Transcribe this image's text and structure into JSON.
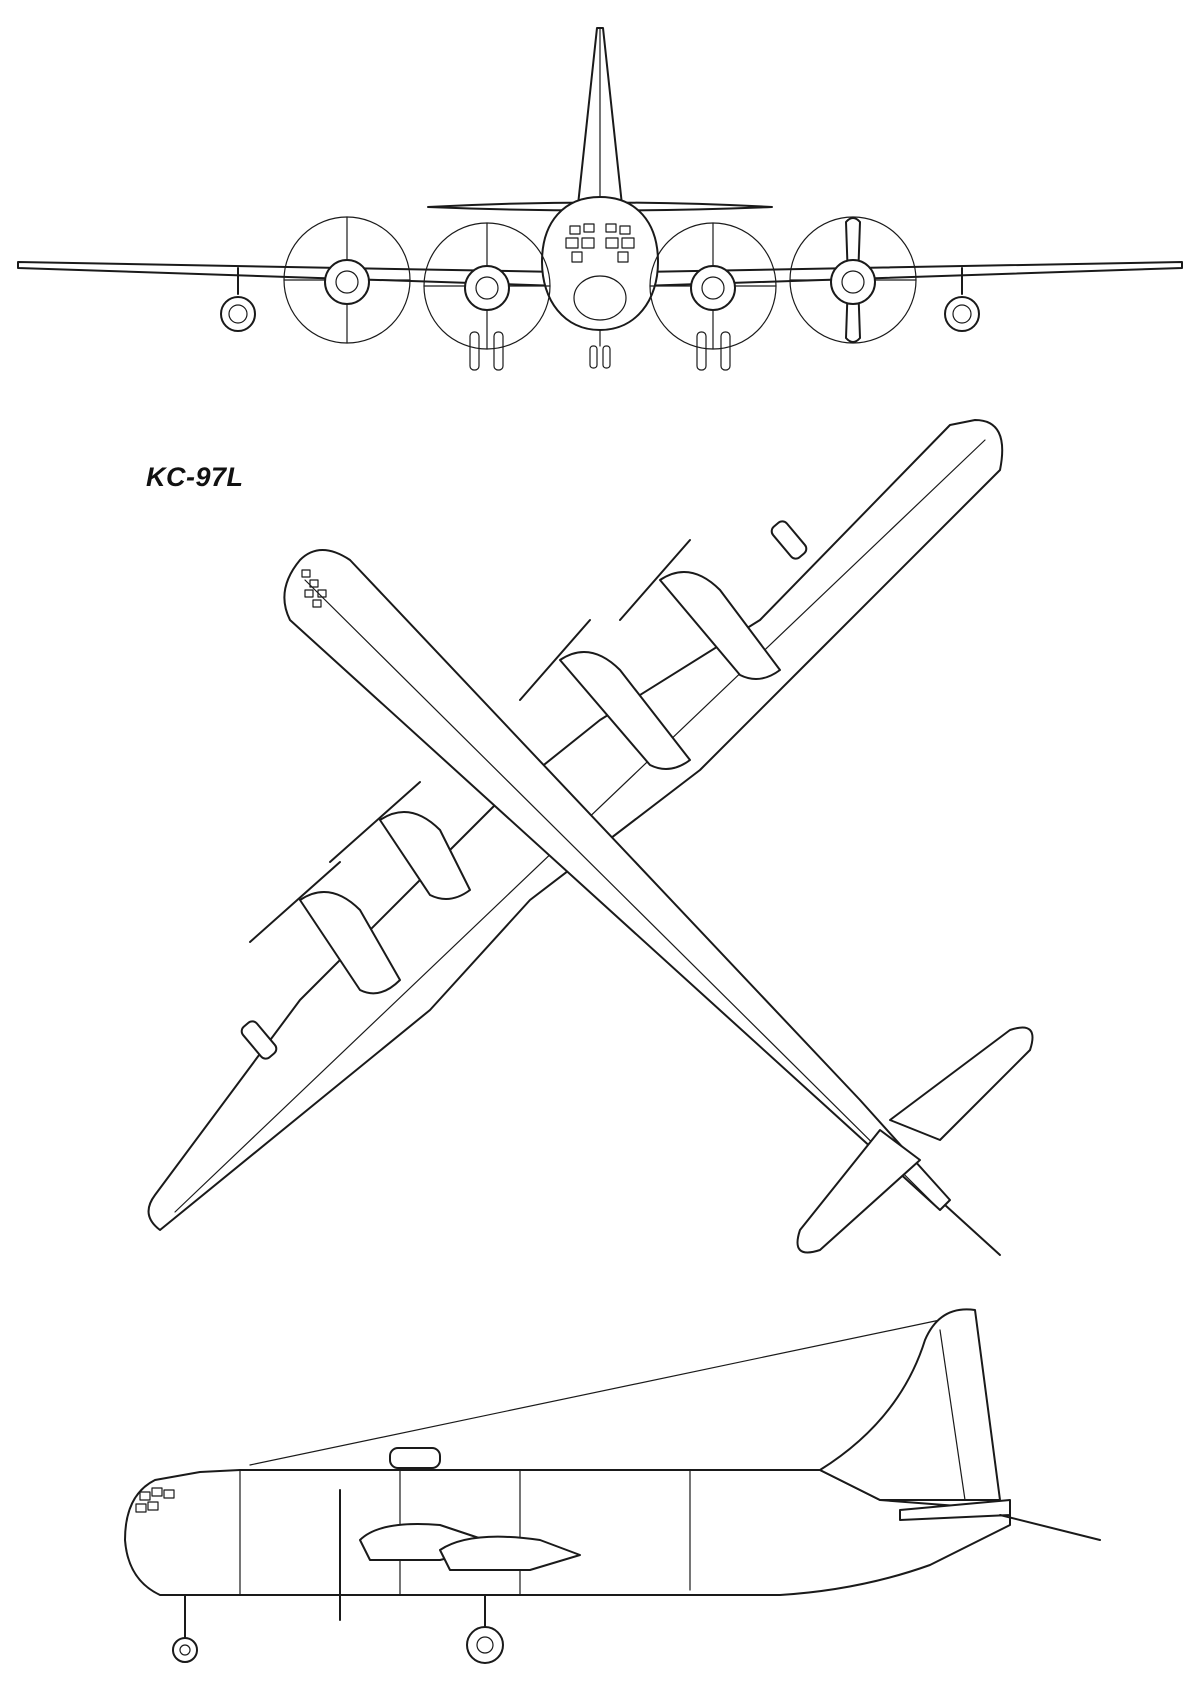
{
  "designation": "KC-97L",
  "views": [
    {
      "name": "front-view"
    },
    {
      "name": "plan-view"
    },
    {
      "name": "side-view"
    }
  ]
}
